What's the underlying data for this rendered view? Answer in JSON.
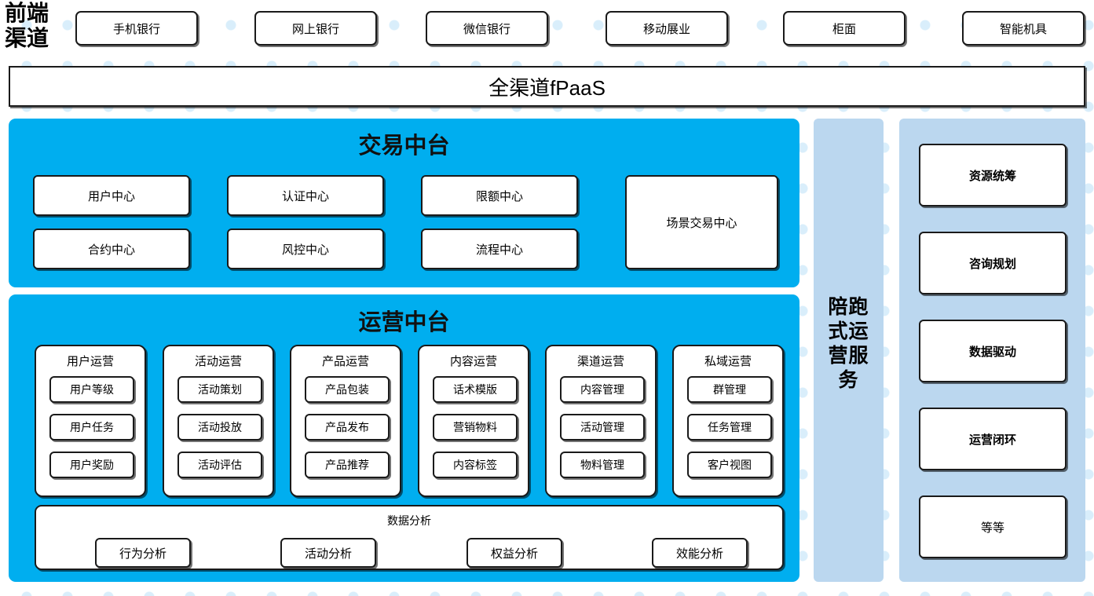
{
  "frontend": {
    "label": "前端\n渠道",
    "channels": [
      "手机银行",
      "网上银行",
      "微信银行",
      "移动展业",
      "柜面",
      "智能机具"
    ]
  },
  "fpaas": {
    "label": "全渠道fPaaS"
  },
  "trade_center": {
    "title": "交易中台",
    "boxes_left": [
      "用户中心",
      "认证中心",
      "限额中心",
      "合约中心",
      "风控中心",
      "流程中心"
    ],
    "wide_box": "场景交易中心"
  },
  "operation_center": {
    "title": "运营中台",
    "groups": [
      {
        "title": "用户运营",
        "items": [
          "用户等级",
          "用户任务",
          "用户奖励"
        ]
      },
      {
        "title": "活动运营",
        "items": [
          "活动策划",
          "活动投放",
          "活动评估"
        ]
      },
      {
        "title": "产品运营",
        "items": [
          "产品包装",
          "产品发布",
          "产品推荐"
        ]
      },
      {
        "title": "内容运营",
        "items": [
          "话术模版",
          "营销物料",
          "内容标签"
        ]
      },
      {
        "title": "渠道运营",
        "items": [
          "内容管理",
          "活动管理",
          "物料管理"
        ]
      },
      {
        "title": "私域运营",
        "items": [
          "群管理",
          "任务管理",
          "客户视图"
        ]
      }
    ],
    "data_analysis": {
      "title": "数据分析",
      "items": [
        "行为分析",
        "活动分析",
        "权益分析",
        "效能分析"
      ]
    }
  },
  "service_column": {
    "label": "陪跑式运营服务"
  },
  "capability_column": {
    "items": [
      {
        "label": "资源统筹",
        "bold": true
      },
      {
        "label": "咨询规划",
        "bold": true
      },
      {
        "label": "数据驱动",
        "bold": true
      },
      {
        "label": "运营闭环",
        "bold": true
      },
      {
        "label": "等等",
        "bold": false
      }
    ]
  },
  "colors": {
    "primary_blue": "#00AEEF",
    "light_blue": "#BBD7EF",
    "box_border": "#1A1A1A",
    "box_fill": "#FFFFFF",
    "watermark_dot": "#D9EEFB"
  }
}
